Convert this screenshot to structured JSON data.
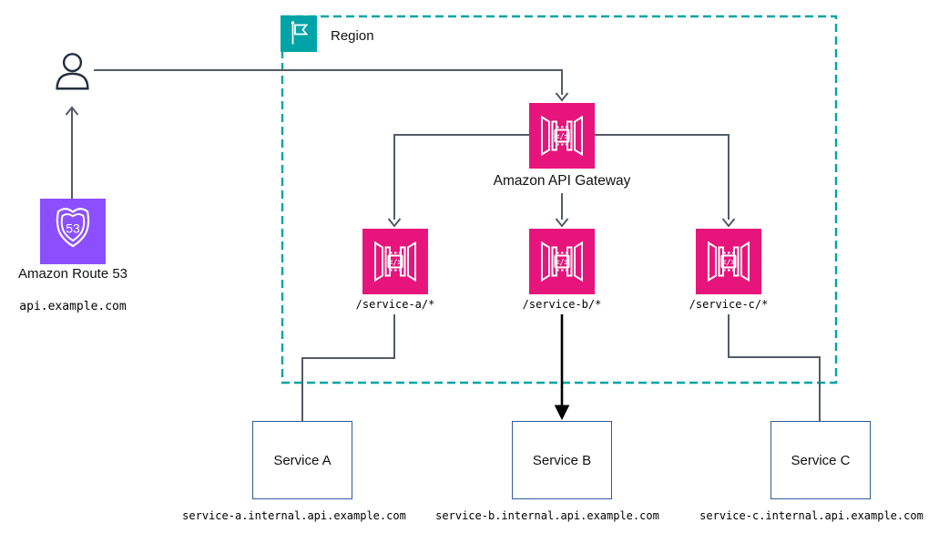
{
  "region": {
    "label": "Region"
  },
  "route53": {
    "title": "Amazon Route 53",
    "domain": "api.example.com",
    "badge": "53"
  },
  "api_gateway": {
    "title": "Amazon API Gateway",
    "glyph": "</>"
  },
  "routes": [
    {
      "path": "/service-a/*"
    },
    {
      "path": "/service-b/*"
    },
    {
      "path": "/service-c/*"
    }
  ],
  "services": [
    {
      "name": "Service A",
      "domain": "service-a.internal.api.example.com"
    },
    {
      "name": "Service B",
      "domain": "service-b.internal.api.example.com"
    },
    {
      "name": "Service C",
      "domain": "service-c.internal.api.example.com"
    }
  ],
  "icons": {
    "user": "user-icon",
    "region_flag": "flag-icon",
    "route53": "route-53-shield-icon",
    "api_gateway": "api-gateway-code-brackets-icon"
  },
  "colors": {
    "gateway_pink": "#E7157B",
    "route53_purple": "#8C4FFF",
    "region_teal": "#00A4A6",
    "connector_gray": "#545B64",
    "black_arrow": "#000000",
    "service_box_border": "#2F5B9D",
    "user_stroke": "#232F3E"
  }
}
